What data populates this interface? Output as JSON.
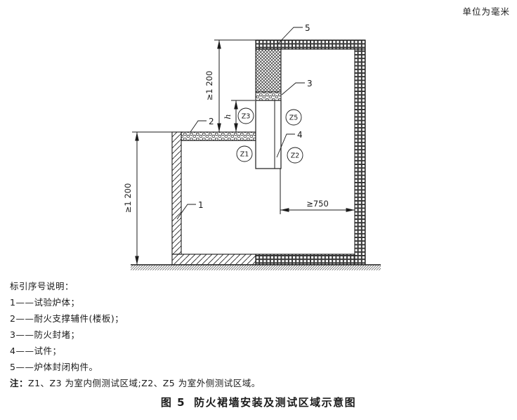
{
  "page": {
    "unit_note": "单位为毫米"
  },
  "diagram": {
    "dims": {
      "furnace_upper_height": "≥1 200",
      "furnace_lower_height": "≥1 200",
      "skirt_height": "h",
      "clearance_width": "≥750"
    },
    "part_labels": {
      "furnace": "1",
      "slab": "2",
      "firestop": "3",
      "specimen": "4",
      "closure": "5"
    },
    "zones": {
      "z1": "Z1",
      "z2": "Z2",
      "z3": "Z3",
      "z5": "Z5"
    }
  },
  "legend": {
    "title": "标引序号说明：",
    "items": [
      "1——试验炉体；",
      "2——耐火支撑辅件(楼板)；",
      "3——防火封堵；",
      "4——试件；",
      "5——炉体封闭构件。"
    ],
    "note_label": "注：",
    "note_text": "Z1、Z3 为室内侧测试区域;Z2、Z5 为室外侧测试区域。"
  },
  "caption": {
    "fig_label": "图 5",
    "title": "防火裙墙安装及测试区域示意图"
  }
}
